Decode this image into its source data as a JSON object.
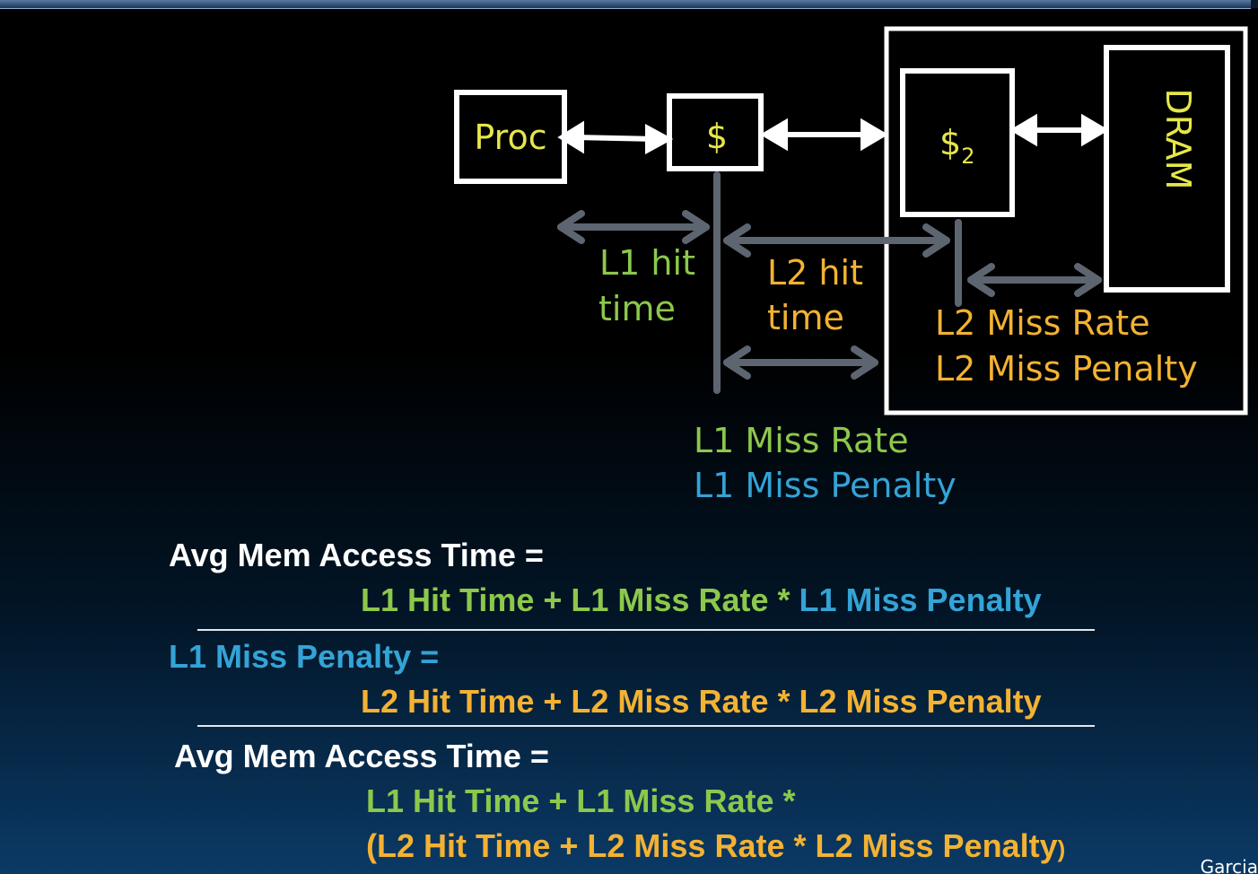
{
  "diagram": {
    "proc": "Proc",
    "cache1": "$",
    "cache2_base": "$",
    "cache2_sub": "2",
    "dram": "DRAM",
    "l1_hit_line1": "L1 hit",
    "l1_hit_line2": "time",
    "l2_hit_line1": "L2 hit",
    "l2_hit_line2": "time",
    "l2_miss_rate": "L2 Miss Rate",
    "l2_miss_penalty": "L2 Miss Penalty",
    "l1_miss_rate": "L1 Miss Rate",
    "l1_miss_penalty": "L1 Miss Penalty"
  },
  "equations": {
    "eq1_lhs": "Avg Mem Access Time =",
    "eq1_rhs_green": "L1 Hit Time + L1 Miss Rate * ",
    "eq1_rhs_blue": "L1 Miss Penalty",
    "eq2_lhs_blue": "L1 Miss Penalty",
    "eq2_lhs_eq": " =",
    "eq2_rhs": "L2 Hit Time + L2 Miss Rate * L2 Miss Penalty",
    "eq3_lhs": "Avg Mem Access Time =",
    "eq3_line1": "L1 Hit Time + L1 Miss Rate *",
    "eq3_line2": "(L2 Hit Time +  L2 Miss Rate * L2 Miss Penalty",
    "eq3_close": ")"
  },
  "footer": "Garcia",
  "colors": {
    "green": "#8cc84b",
    "blue": "#34a3d6",
    "orange": "#f3b233",
    "yellow": "#e6e64a",
    "gray_arrow": "#5d6670"
  }
}
